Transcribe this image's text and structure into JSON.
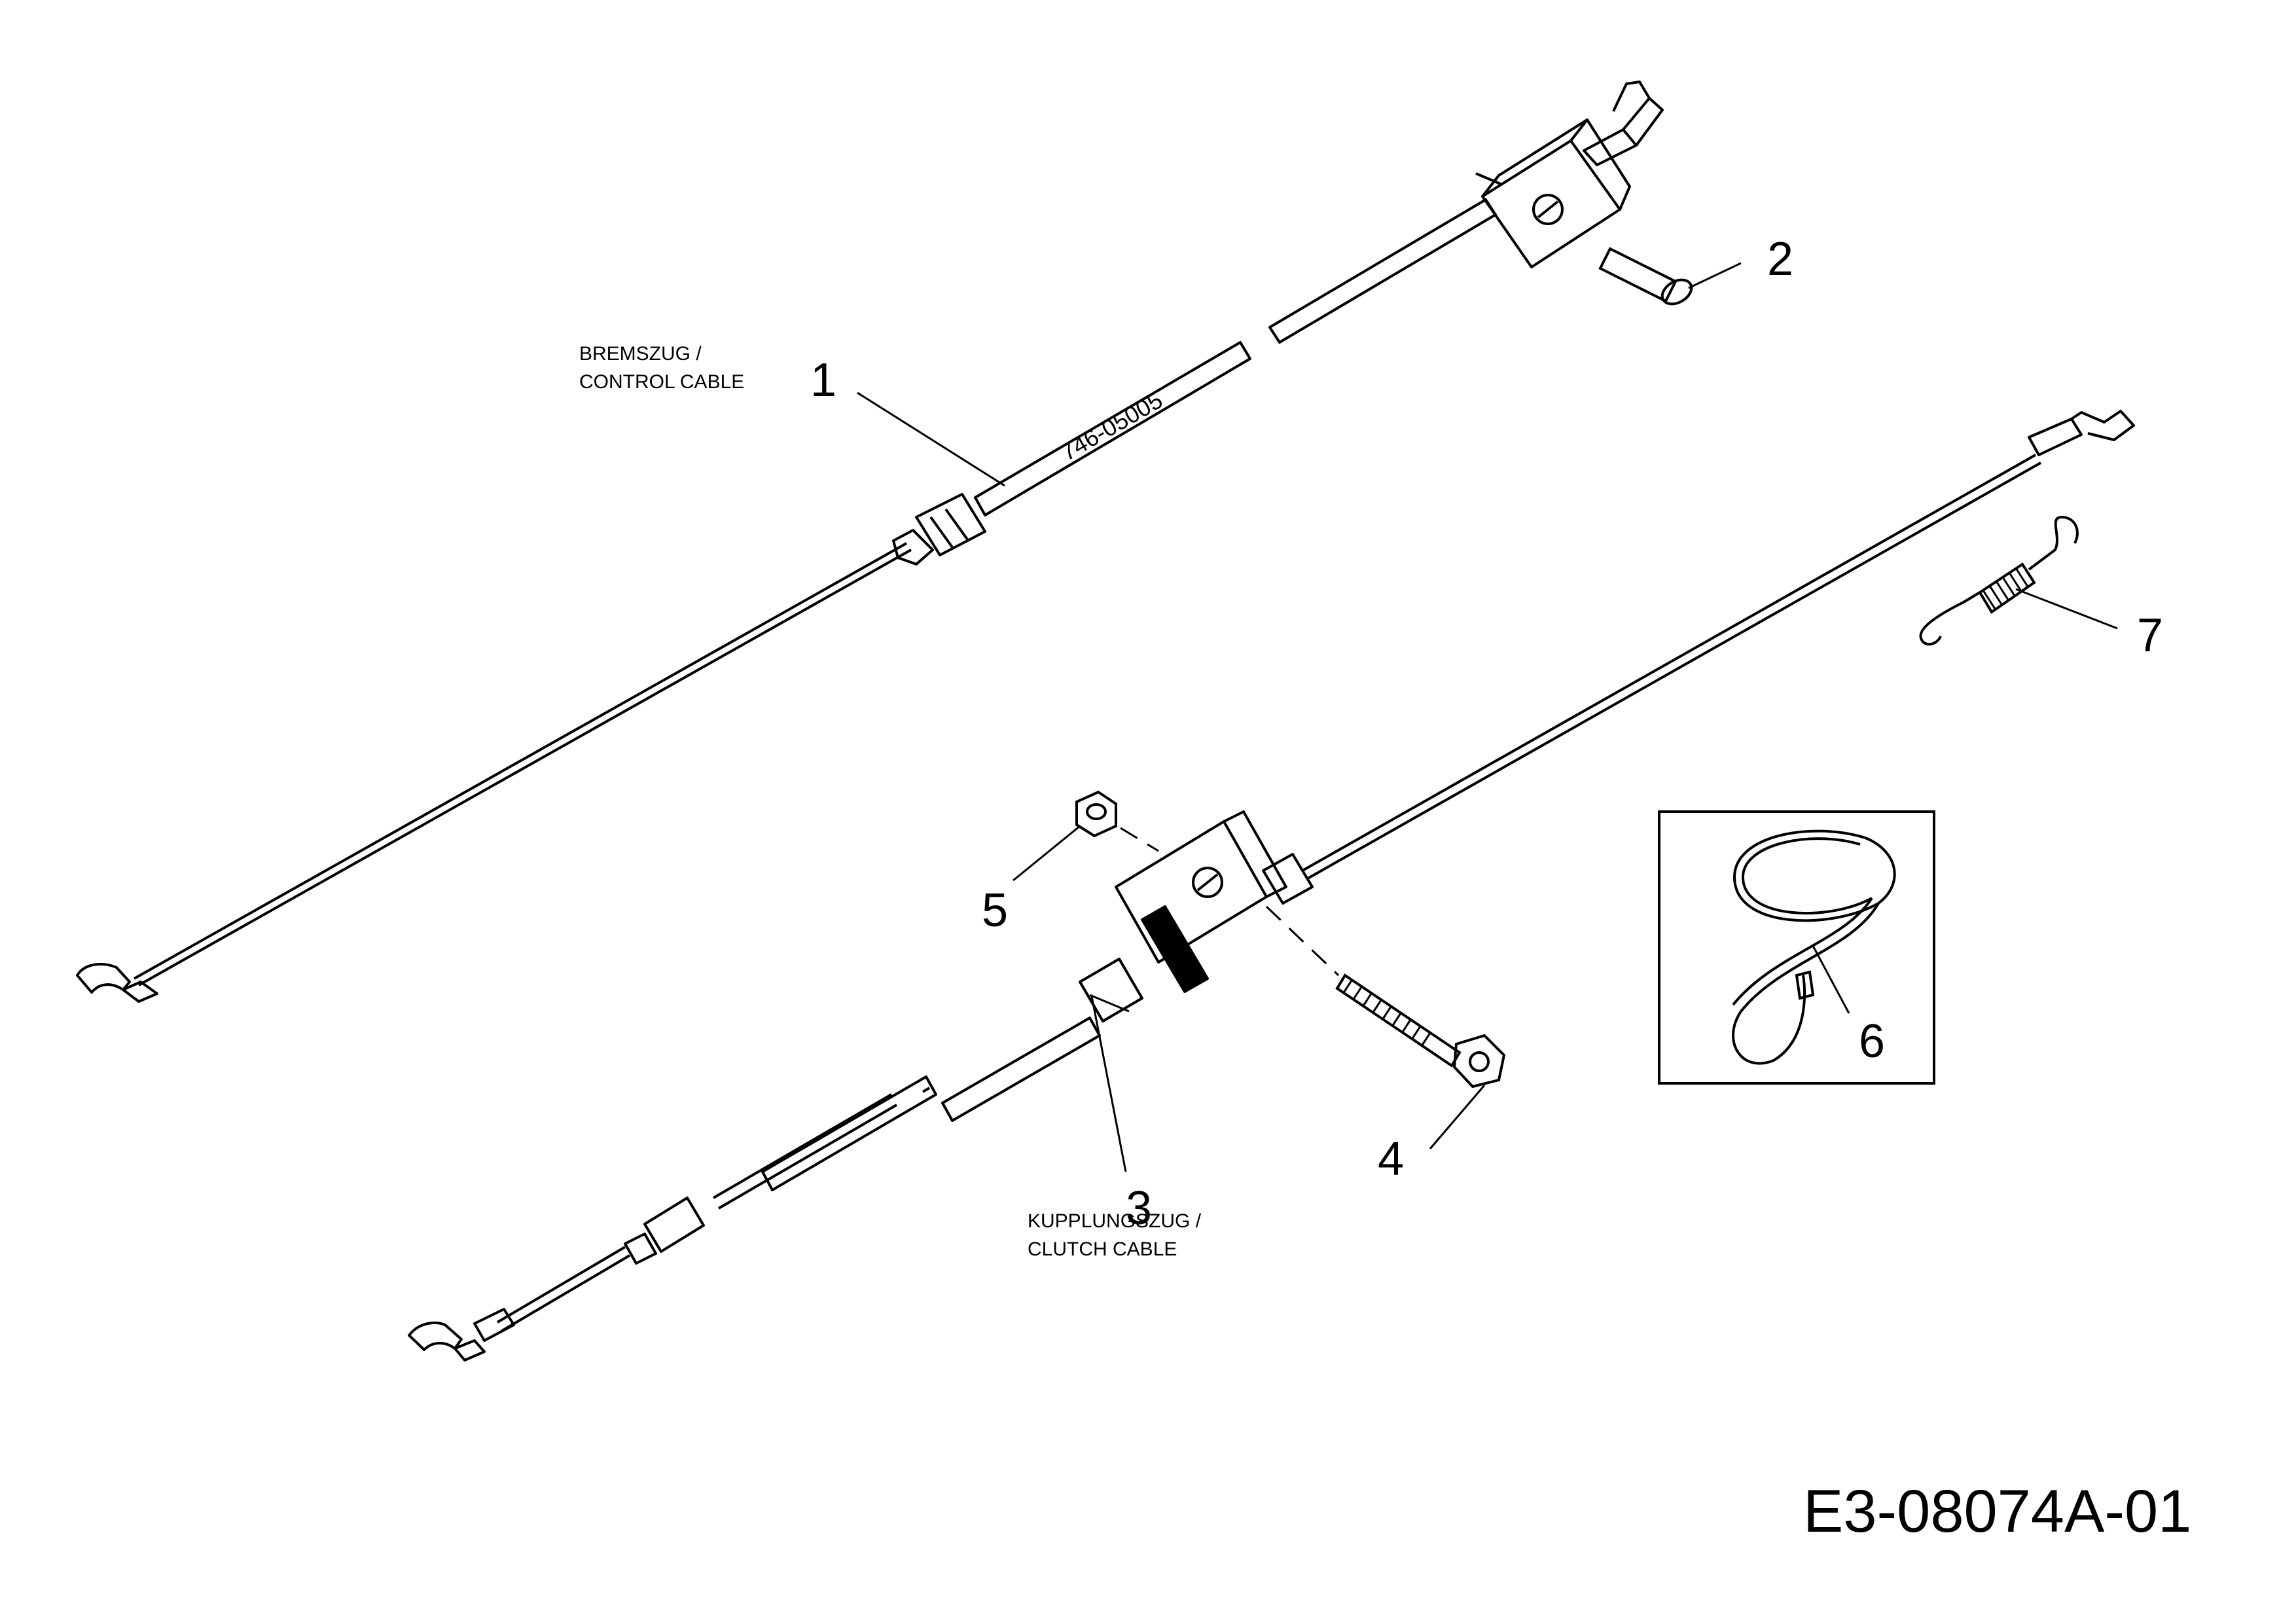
{
  "diagram": {
    "drawing_number": "E3-08074A-01",
    "parts": [
      {
        "callout": "1",
        "caption_line1": "BREMSZUG /",
        "caption_line2": "CONTROL CABLE",
        "part_number": "746-05005"
      },
      {
        "callout": "2"
      },
      {
        "callout": "3",
        "caption_line1": "KUPPLUNGSZUG /",
        "caption_line2": "CLUTCH CABLE"
      },
      {
        "callout": "4"
      },
      {
        "callout": "5"
      },
      {
        "callout": "6"
      },
      {
        "callout": "7"
      }
    ]
  }
}
